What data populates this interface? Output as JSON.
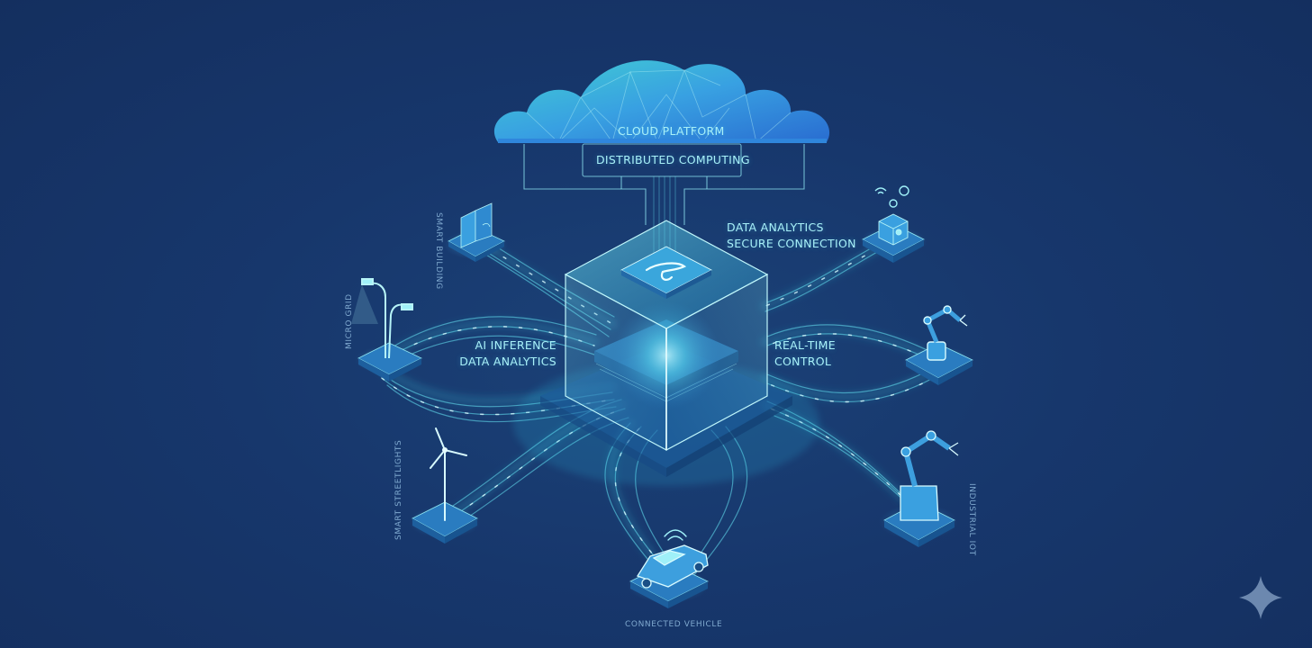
{
  "diagram": {
    "cloud_label": "CLOUD PLATFORM",
    "distributed_label": "DISTRIBUTED COMPUTING",
    "top_right_line1": "DATA ANALYTICS",
    "top_right_line2": "SECURE CONNECTION",
    "left_line1": "AI INFERENCE",
    "left_line2": "DATA ANALYTICS",
    "right_line1": "REAL-TIME",
    "right_line2": "CONTROL",
    "node_smart_building": "SMART BUILDING",
    "node_micro_grid": "MICRO GRID",
    "node_smart_streetlights": "SMART STREETLIGHTS",
    "node_connected_vehicle": "CONNECTED VEHICLE",
    "node_industrial_iot": "INDUSTRIAL IOT"
  },
  "colors": {
    "background": "#163366",
    "glow": "#5fe6f5",
    "cloud": "#3aa0e6",
    "label": "#a8f0f8"
  }
}
